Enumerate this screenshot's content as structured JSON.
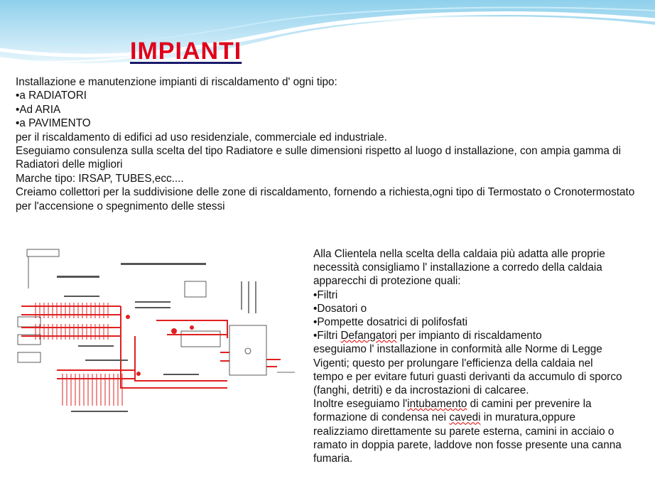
{
  "title": "IMPIANTI",
  "intro": {
    "line1": "Installazione e manutenzione impianti di riscaldamento d' ogni tipo:",
    "bullets": [
      "•a   RADIATORI",
      "•Ad  ARIA",
      "•a   PAVIMENTO"
    ],
    "line2": "per il riscaldamento di edifici ad uso residenziale, commerciale ed industriale.",
    "line3": "Eseguiamo consulenza sulla scelta del tipo Radiatore e sulle dimensioni rispetto al luogo d installazione, con ampia gamma di Radiatori delle migliori",
    "line4": "Marche tipo: IRSAP, TUBES,ecc....",
    "line5": "Creiamo collettori per la suddivisione delle zone di riscaldamento, fornendo a richiesta,ogni tipo di Termostato o Cronotermostato per l'accensione o spegnimento delle stessi"
  },
  "right": {
    "l1": "Alla Clientela nella scelta della caldaia più adatta alle proprie",
    "l2": "necessità consigliamo l' installazione a corredo della caldaia",
    "l3": "apparecchi di protezione quali:",
    "l4": "•Filtri",
    "l5": "•Dosatori o",
    "l6": "•Pompette dosatrici di polifosfati",
    "l7a": "•Filtri ",
    "l7b": "Defangatori",
    "l7c": " per impianto di riscaldamento",
    "l8": "eseguiamo l' installazione in conformità alle Norme di Legge",
    "l9": "Vigenti; questo per prolungare l'efficienza della caldaia nel",
    "l10": "tempo e per evitare futuri guasti derivanti da accumulo di sporco",
    "l11": "(fanghi, detriti) e da incrostazioni di calcaree.",
    "l12a": "Inoltre eseguiamo l'",
    "l12b": "intubamento",
    "l12c": " di camini per prevenire la",
    "l13a": "formazione di condensa nei ",
    "l13b": "cavedi",
    "l13c": " in muratura,oppure",
    "l14": "realizziamo direttamente su parete esterna, camini in acciaio o",
    "l15": "ramato in doppia parete, laddove non fosse presente una canna",
    "l16": "fumaria."
  },
  "colors": {
    "title": "#e0001a",
    "wave": "#7ec8e8",
    "pipe": "#e02020"
  }
}
